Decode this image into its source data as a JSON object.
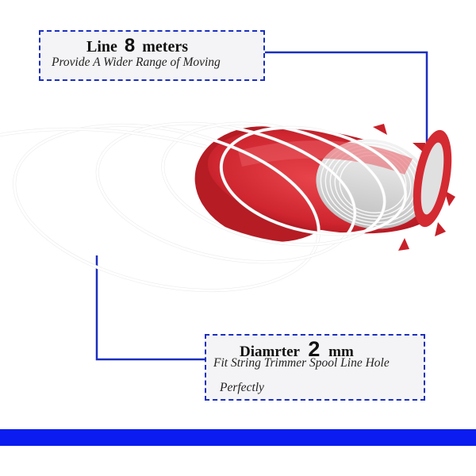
{
  "top_callout": {
    "label": "Line",
    "value": "8",
    "unit": "meters",
    "description": "Provide A Wider Range of  Moving"
  },
  "bottom_callout": {
    "label": "Diamrter",
    "value": "2",
    "unit": "mm",
    "description_line1": "Fit String Trimmer Spool Line Hole",
    "description_line2": "Perfectly"
  },
  "colors": {
    "callout_border": "#1a2fbf",
    "leader_line": "#1a2fbf",
    "bottom_bar": "#0a1cf0",
    "spool": "#d42a32",
    "line": "#ffffff"
  }
}
